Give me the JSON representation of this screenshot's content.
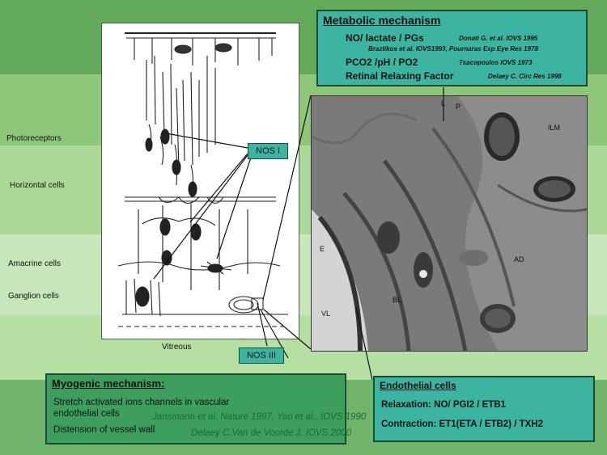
{
  "layers": {
    "photoreceptors": "Photoreceptors",
    "horizontal": "Horizontal cells",
    "amacrine": "Amacrine cells",
    "ganglion": "Ganglion cells",
    "vitreous": "Vitreous"
  },
  "metabolic": {
    "title": "Metabolic mechanism",
    "line1": "NO/ lactate / PGs",
    "ref1": "Donati G. et al. IOVS  1995",
    "ref2": "Braztikos et al. IOVS1993, Pournaras Exp Eye Res 1978",
    "line2": "PCO2 /pH / PO2",
    "ref3": "Tsacopoulos IOVS 1973",
    "line3": "Retinal Relaxing Factor",
    "ref4": "Delaey C. Circ Res 1998"
  },
  "nos": {
    "nos1": "NOS I",
    "nos3": "NOS III"
  },
  "em_labels": {
    "L": "L",
    "P": "P",
    "ILM": "ILM",
    "E": "E",
    "AD": "AD",
    "BL": "BL",
    "VL": "VL"
  },
  "myogenic": {
    "title": "Myogenic mechanism:",
    "line1": "Stretch activated ions channels in vascular",
    "line2": "endothelial cells",
    "ref1": "Jansmann et al. Nature 1997, Yao et al., IOVS 1990",
    "line3": "Distension of vessel wall",
    "ref2": "Delaey C.Van de Voorde J. IOVS 2000"
  },
  "endothelial": {
    "title": "Endothelial cells",
    "relaxation": "Relaxation: NO/ PGI2 / ETB1",
    "contraction": "Contraction: ET1(ETA / ETB2) / TXH2"
  },
  "colors": {
    "teal_box": "#3bb5a1",
    "green_box": "#3d9f5d",
    "band_dark": "#62a95a",
    "band_light": "#c7e6b9"
  }
}
